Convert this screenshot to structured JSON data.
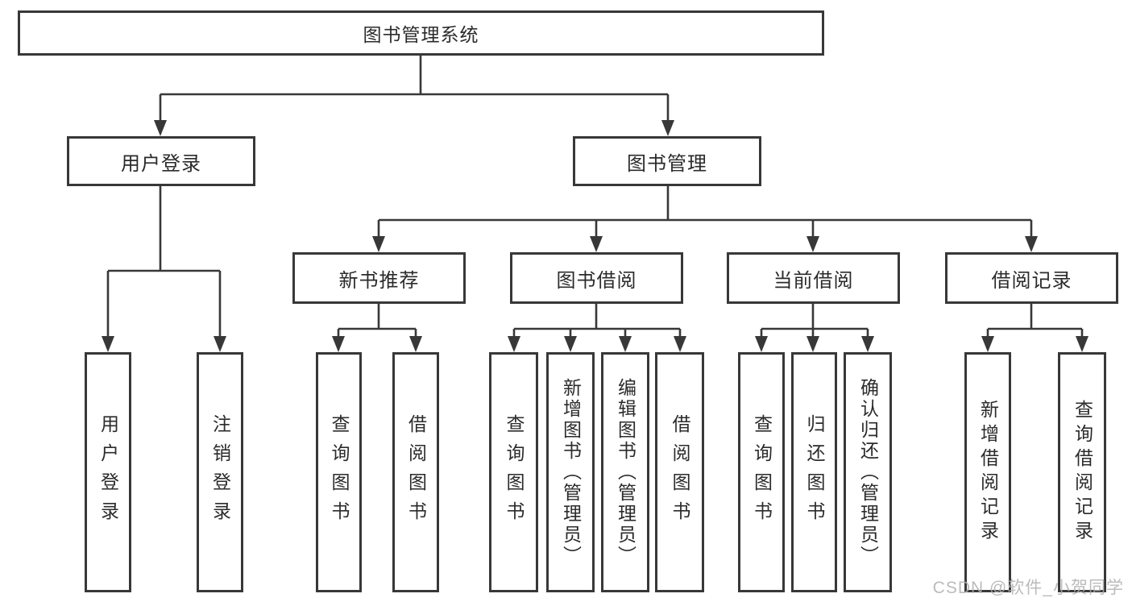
{
  "diagram": {
    "type": "hierarchy-tree",
    "title": "图书管理系统",
    "watermark": "CSDN @软件_小贺同学",
    "palette": {
      "line": "#383838",
      "text": "#2b2b2b",
      "box_fill": "#ffffff",
      "watermark": "#b0b0b0"
    },
    "nodes": {
      "root": {
        "label": "图书管理系统"
      },
      "level2": [
        {
          "id": "user-login",
          "label": "用户登录",
          "parent": "图书管理系统"
        },
        {
          "id": "book-management",
          "label": "图书管理",
          "parent": "图书管理系统"
        }
      ],
      "level3": [
        {
          "id": "new-book-recommend",
          "label": "新书推荐",
          "parent": "图书管理"
        },
        {
          "id": "book-borrowing",
          "label": "图书借阅",
          "parent": "图书管理"
        },
        {
          "id": "current-borrowing",
          "label": "当前借阅",
          "parent": "图书管理"
        },
        {
          "id": "borrowing-records",
          "label": "借阅记录",
          "parent": "图书管理"
        }
      ],
      "leaves": [
        {
          "id": "leaf-user-login",
          "label": "用户登录",
          "parent": "用户登录"
        },
        {
          "id": "leaf-logout",
          "label": "注销登录",
          "parent": "用户登录"
        },
        {
          "id": "leaf-query-books-recommend",
          "label": "查询图书",
          "parent": "新书推荐"
        },
        {
          "id": "leaf-borrow-books-recommend",
          "label": "借阅图书",
          "parent": "新书推荐"
        },
        {
          "id": "leaf-query-books-borrowing",
          "label": "查询图书",
          "parent": "图书借阅"
        },
        {
          "id": "leaf-add-books-admin",
          "label": "新增图书（管理员）",
          "parent": "图书借阅"
        },
        {
          "id": "leaf-edit-books-admin",
          "label": "编辑图书（管理员）",
          "parent": "图书借阅"
        },
        {
          "id": "leaf-borrow-books-borrowing",
          "label": "借阅图书",
          "parent": "图书借阅"
        },
        {
          "id": "leaf-query-books-current",
          "label": "查询图书",
          "parent": "当前借阅"
        },
        {
          "id": "leaf-return-books",
          "label": "归还图书",
          "parent": "当前借阅"
        },
        {
          "id": "leaf-confirm-return-admin",
          "label": "确认归还（管理员）",
          "parent": "当前借阅"
        },
        {
          "id": "leaf-add-borrow-record",
          "label": "新增借阅记录",
          "parent": "借阅记录"
        },
        {
          "id": "leaf-query-borrow-record",
          "label": "查询借阅记录",
          "parent": "借阅记录"
        }
      ]
    }
  }
}
